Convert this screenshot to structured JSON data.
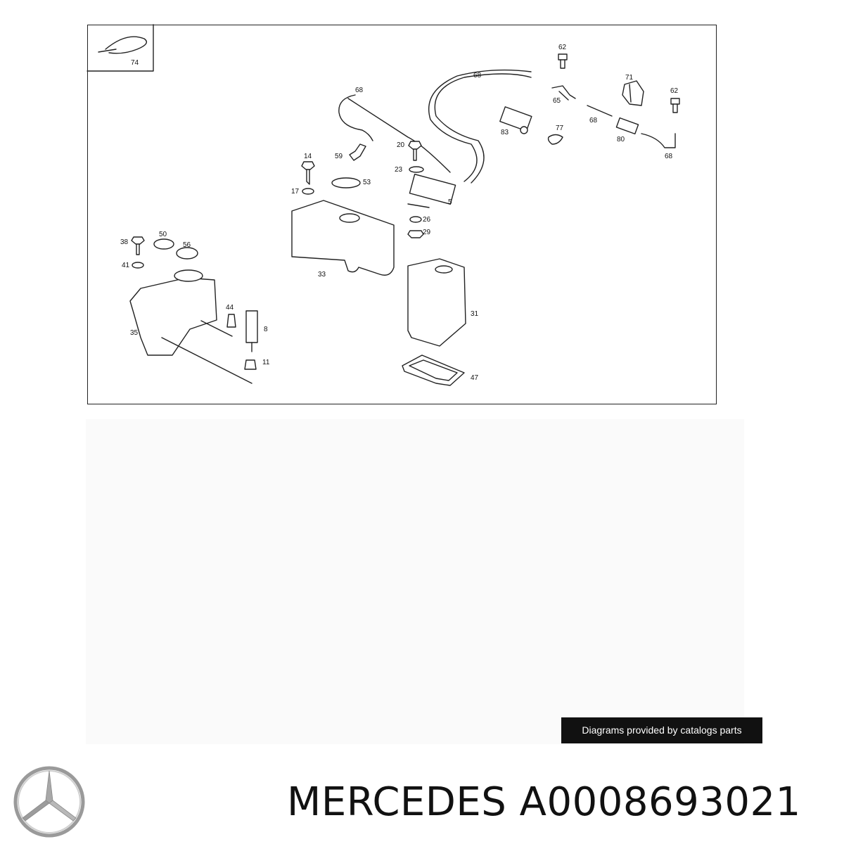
{
  "diagram": {
    "callouts": [
      {
        "id": "c74",
        "text": "74"
      },
      {
        "id": "c62a",
        "text": "62"
      },
      {
        "id": "c68a",
        "text": "68"
      },
      {
        "id": "c68b",
        "text": "68"
      },
      {
        "id": "c71",
        "text": "71"
      },
      {
        "id": "c62b",
        "text": "62"
      },
      {
        "id": "c65",
        "text": "65"
      },
      {
        "id": "c68c",
        "text": "68"
      },
      {
        "id": "c83",
        "text": "83"
      },
      {
        "id": "c77",
        "text": "77"
      },
      {
        "id": "c80",
        "text": "80"
      },
      {
        "id": "c68d",
        "text": "68"
      },
      {
        "id": "c14",
        "text": "14"
      },
      {
        "id": "c59",
        "text": "59"
      },
      {
        "id": "c20",
        "text": "20"
      },
      {
        "id": "c23",
        "text": "23"
      },
      {
        "id": "c53",
        "text": "53"
      },
      {
        "id": "c17",
        "text": "17"
      },
      {
        "id": "c5",
        "text": "5"
      },
      {
        "id": "c26",
        "text": "26"
      },
      {
        "id": "c29",
        "text": "29"
      },
      {
        "id": "c50",
        "text": "50"
      },
      {
        "id": "c38",
        "text": "38"
      },
      {
        "id": "c56",
        "text": "56"
      },
      {
        "id": "c41",
        "text": "41"
      },
      {
        "id": "c33",
        "text": "33"
      },
      {
        "id": "c31",
        "text": "31"
      },
      {
        "id": "c44",
        "text": "44"
      },
      {
        "id": "c35",
        "text": "35"
      },
      {
        "id": "c8",
        "text": "8"
      },
      {
        "id": "c11",
        "text": "11"
      },
      {
        "id": "c47",
        "text": "47"
      }
    ]
  },
  "credit_text": "Diagrams provided by catalogs parts",
  "brand_title": "MERCEDES A0008693021",
  "logo_icon": "mercedes-star-icon"
}
